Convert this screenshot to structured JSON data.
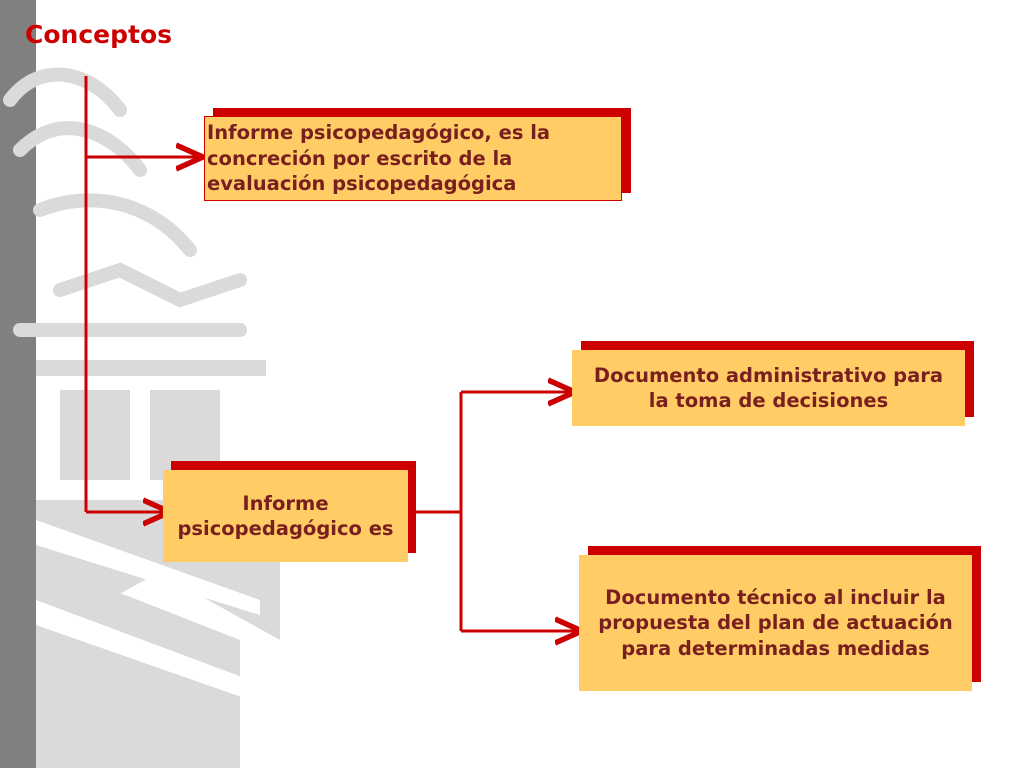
{
  "slide": {
    "title": "Conceptos"
  },
  "diagram": {
    "boxes": {
      "definition": "Informe psicopedagógico, es la concreción por escrito de la evaluación psicopedagógica",
      "subject": "Informe psicopedagógico es",
      "administrative": "Documento administrativo para la toma de decisiones",
      "technical": "Documento técnico al incluir la propuesta del plan de actuación para determinadas medidas"
    }
  },
  "colors": {
    "accent": "#cc0000",
    "box_fill": "#ffcc66",
    "box_text": "#7a1f1f",
    "side_stripe": "#808080",
    "watermark": "#d9d9d9"
  }
}
